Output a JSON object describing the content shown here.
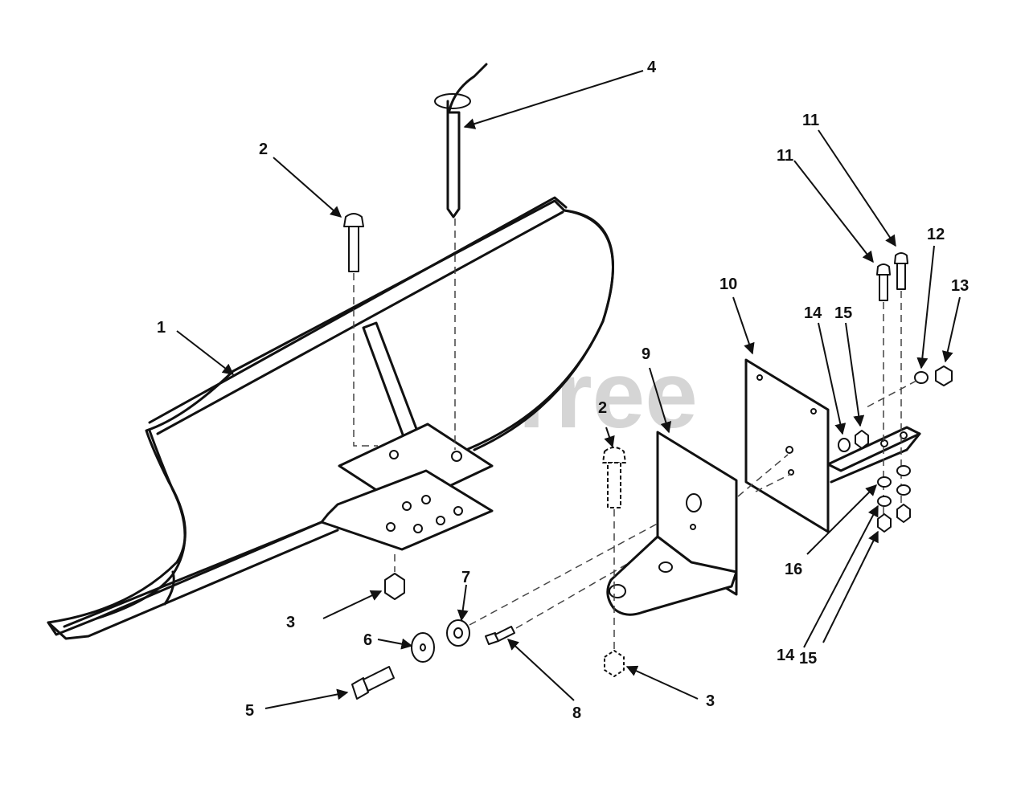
{
  "watermark": "PartsTree",
  "callouts": [
    {
      "key": "c1",
      "label": "1"
    },
    {
      "key": "c2a",
      "label": "2"
    },
    {
      "key": "c2b",
      "label": "2"
    },
    {
      "key": "c3a",
      "label": "3"
    },
    {
      "key": "c3b",
      "label": "3"
    },
    {
      "key": "c4",
      "label": "4"
    },
    {
      "key": "c5",
      "label": "5"
    },
    {
      "key": "c6",
      "label": "6"
    },
    {
      "key": "c7",
      "label": "7"
    },
    {
      "key": "c8",
      "label": "8"
    },
    {
      "key": "c9",
      "label": "9"
    },
    {
      "key": "c10",
      "label": "10"
    },
    {
      "key": "c11a",
      "label": "11"
    },
    {
      "key": "c11b",
      "label": "11"
    },
    {
      "key": "c12",
      "label": "12"
    },
    {
      "key": "c13",
      "label": "13"
    },
    {
      "key": "c14a",
      "label": "14"
    },
    {
      "key": "c14b",
      "label": "14"
    },
    {
      "key": "c15a",
      "label": "15"
    },
    {
      "key": "c15b",
      "label": "15"
    },
    {
      "key": "c16",
      "label": "16"
    }
  ]
}
